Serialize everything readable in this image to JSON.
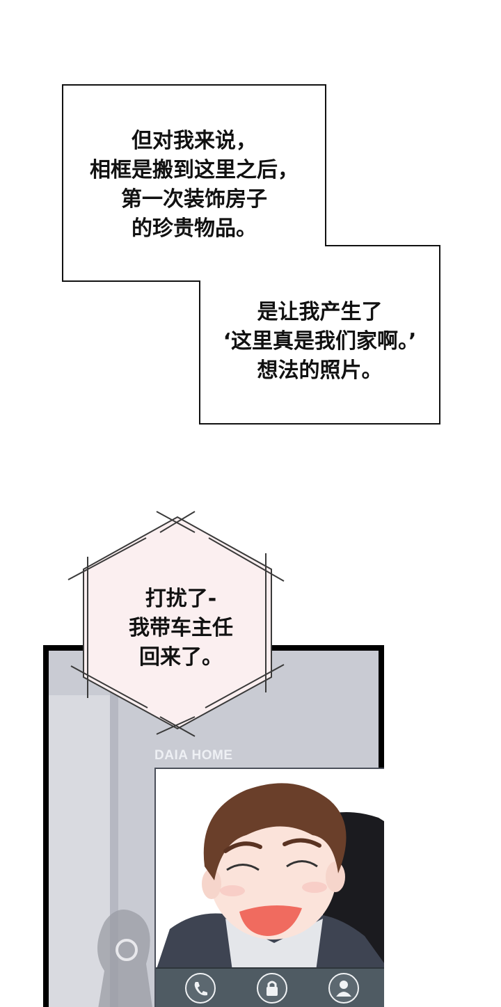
{
  "caption_top": {
    "lines": [
      "但对我来说，",
      "相框是搬到这里之后，",
      "第一次装饰房子",
      "的珍贵物品。"
    ]
  },
  "caption_bottom": {
    "lines": [
      "是让我产生了",
      "‘这里真是我们家啊。’",
      "想法的照片。"
    ]
  },
  "speech_bubble": {
    "lines": [
      "打扰了-",
      "我带车主任",
      "回来了。"
    ]
  },
  "panel": {
    "sign_text": "DAIA HOME",
    "screen_buttons": [
      "phone-icon",
      "lock-icon",
      "person-icon"
    ]
  },
  "colors": {
    "bubble_fill": "#fbeff0",
    "bubble_stroke": "#3a3a3a",
    "wall": "#c9cbd3",
    "screen_bar": "#4f5b63",
    "hair": "#6a3f2a",
    "skin": "#fbe3da",
    "mouth": "#f06b5f"
  }
}
